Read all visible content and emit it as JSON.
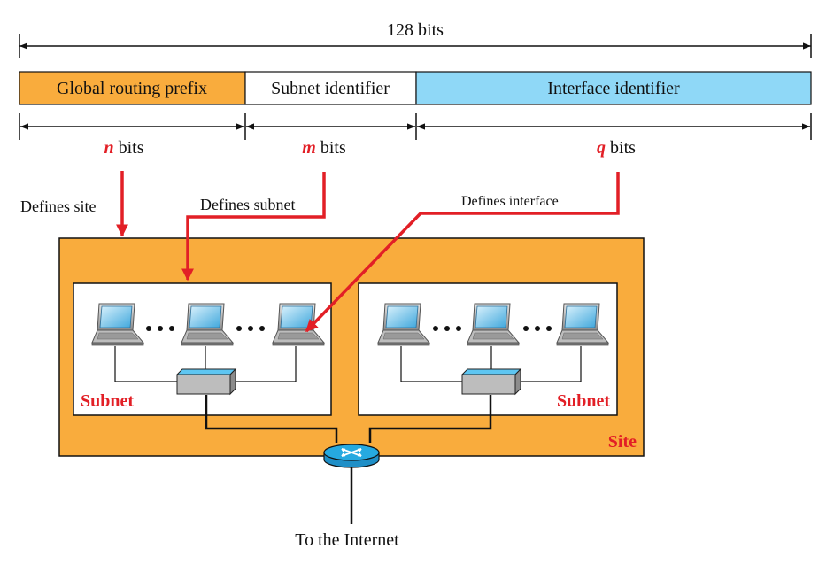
{
  "total_width_label": "128 bits",
  "fields": [
    {
      "label": "Global routing prefix",
      "color": "#f9ac3d"
    },
    {
      "label": "Subnet identifier",
      "color": "#ffffff"
    },
    {
      "label": "Interface identifier",
      "color": "#8fd8f7"
    }
  ],
  "widths": [
    {
      "var": "n",
      "unit": "bits"
    },
    {
      "var": "m",
      "unit": "bits"
    },
    {
      "var": "q",
      "unit": "bits"
    }
  ],
  "pointers": {
    "site": "Defines site",
    "subnet": "Defines subnet",
    "interface": "Defines interface"
  },
  "site_label": "Site",
  "subnet_labels": [
    "Subnet",
    "Subnet"
  ],
  "internet_label": "To the Internet",
  "colors": {
    "site": "#f9ac3d",
    "accent": "#e21f26",
    "router": "#26a9e0",
    "switch_top": "#5ec6f2",
    "line": "#111111"
  },
  "icons": {
    "laptop": "laptop-icon",
    "switch": "switch-icon",
    "router": "router-icon"
  }
}
